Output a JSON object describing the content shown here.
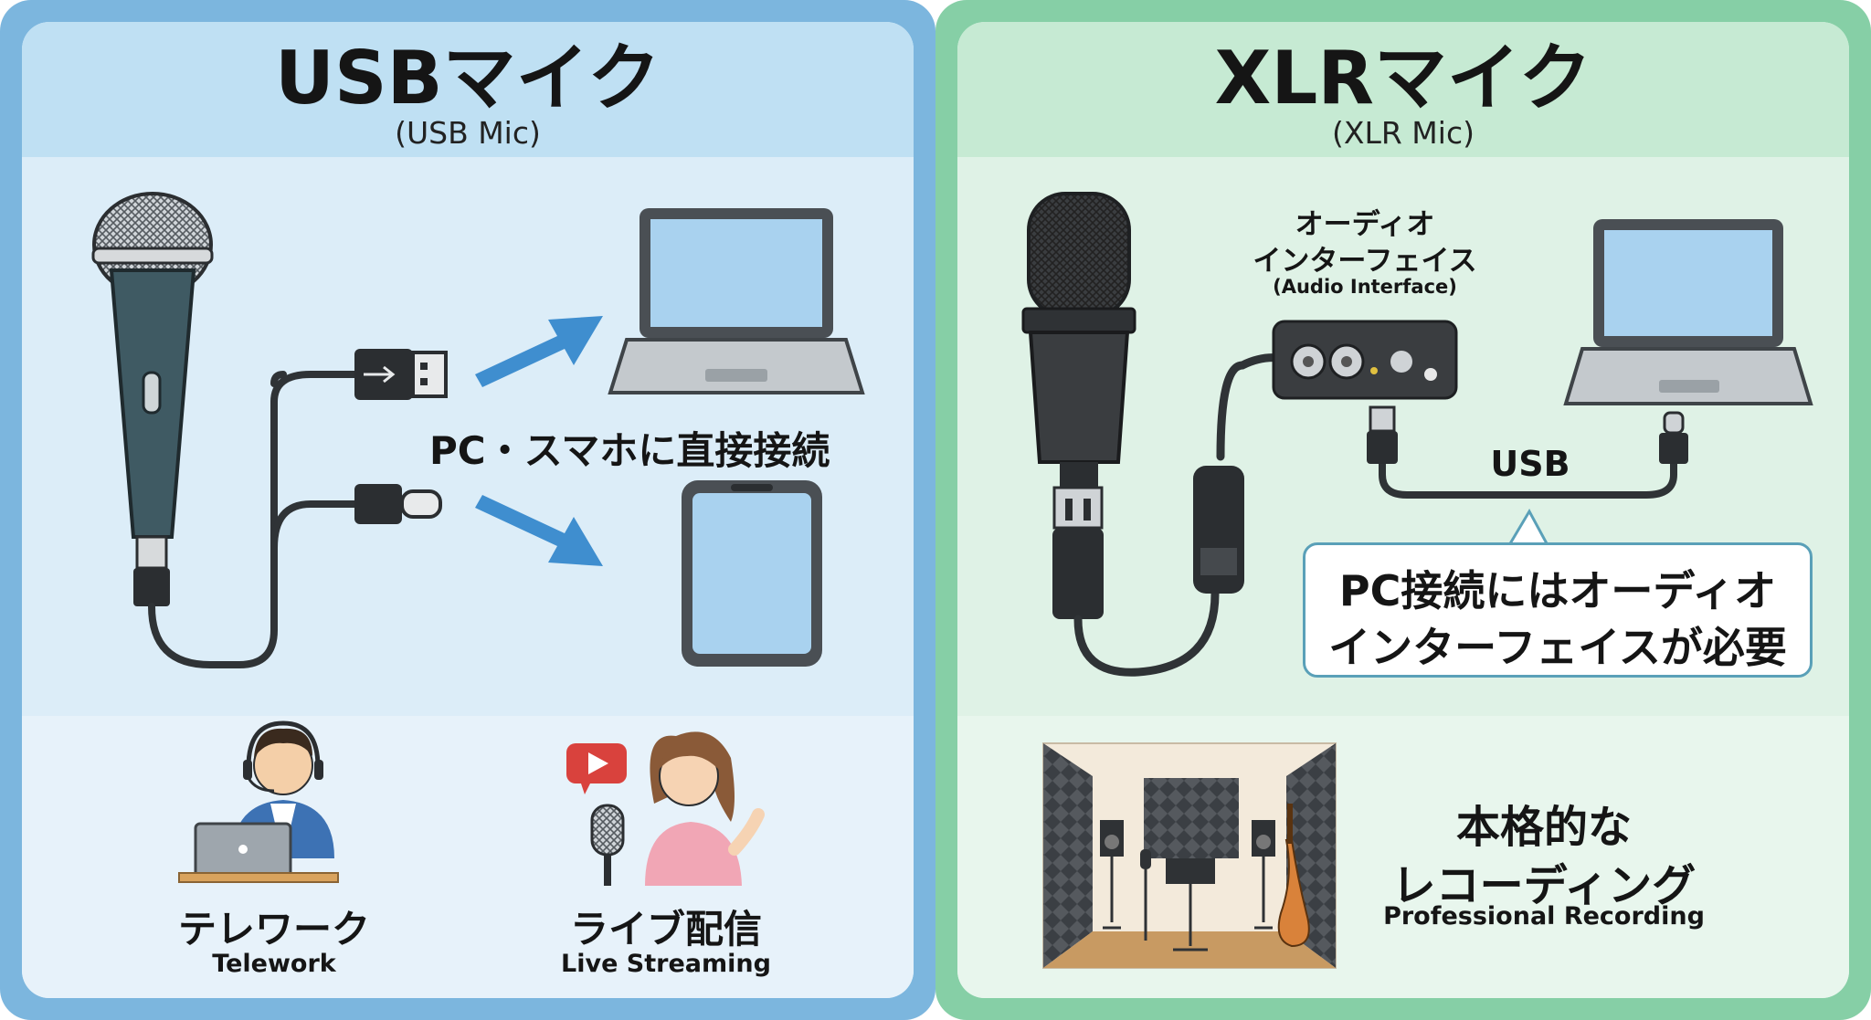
{
  "usb": {
    "title": "USBマイク",
    "subtitle": "(USB Mic)",
    "connection_label": "PC・スマホに直接接続",
    "uses": [
      {
        "label": "テレワーク",
        "label_en": "Telework"
      },
      {
        "label": "ライブ配信",
        "label_en": "Live Streaming"
      }
    ]
  },
  "xlr": {
    "title": "XLRマイク",
    "subtitle": "(XLR Mic)",
    "interface_label_line1": "オーディオ",
    "interface_label_line2": "インターフェイス",
    "interface_label_en": "(Audio Interface)",
    "cable_label": "USB",
    "callout_line1": "PC接続にはオーディオ",
    "callout_line2": "インターフェイスが必要",
    "use_line1": "本格的な",
    "use_line2": "レコーディング",
    "use_en": "Professional Recording"
  },
  "colors": {
    "usb_frame": "#7cb6de",
    "xlr_frame": "#86cfa6",
    "arrow": "#3f8ecf",
    "screen": "#a9d2ef"
  }
}
